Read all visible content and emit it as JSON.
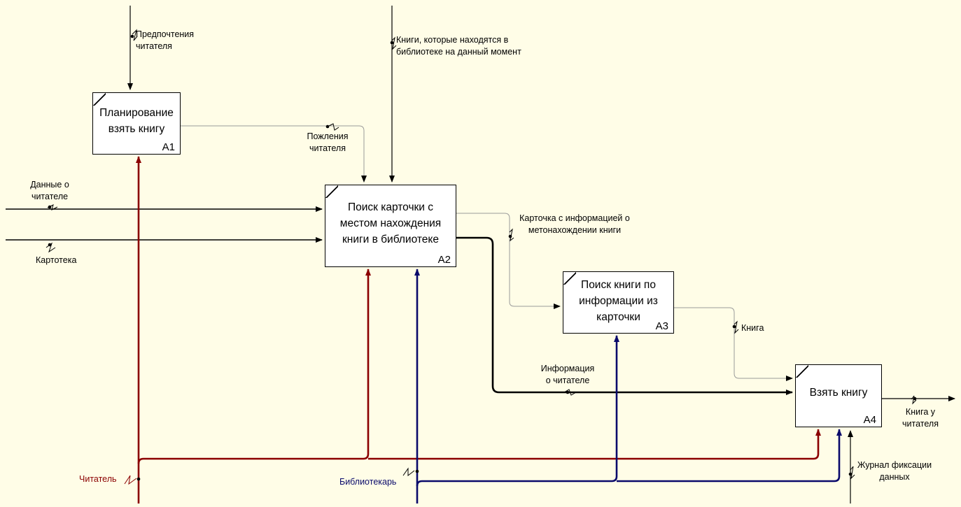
{
  "activities": [
    {
      "id": "a1",
      "title": "Планирование\nвзять книгу",
      "number": "A1"
    },
    {
      "id": "a2",
      "title": "Поиск карточки с\nместом нахождения\nкниги в библиотеке",
      "number": "A2"
    },
    {
      "id": "a3",
      "title": "Поиск книги по\nинформации из\nкарточки",
      "number": "A3"
    },
    {
      "id": "a4",
      "title": "Взять книгу",
      "number": "A4"
    }
  ],
  "arrows": {
    "preferences": "Предпочтения\nчитателя",
    "books_available": "Книги, которые находятся в\nбиблиотеке на данный момент",
    "wishes": "Пожления\nчитателя",
    "reader_data": "Данные о\nчитателе",
    "card_index": "Картотека",
    "card_info": "Карточка с информацией о\nметонахождении книги",
    "book": "Книга",
    "reader_info": "Информация\nо читателе",
    "book_with_reader": "Книга у\nчитателя",
    "log": "Журнал фиксации\nданных",
    "reader": "Читатель",
    "librarian": "Библиотекарь"
  },
  "colors": {
    "background": "#fffde7",
    "reader_mechanism": "#8b0000",
    "librarian_mechanism": "#0a0a6b",
    "arrow": "#000000",
    "thin_arrow": "#9a9a9a"
  }
}
